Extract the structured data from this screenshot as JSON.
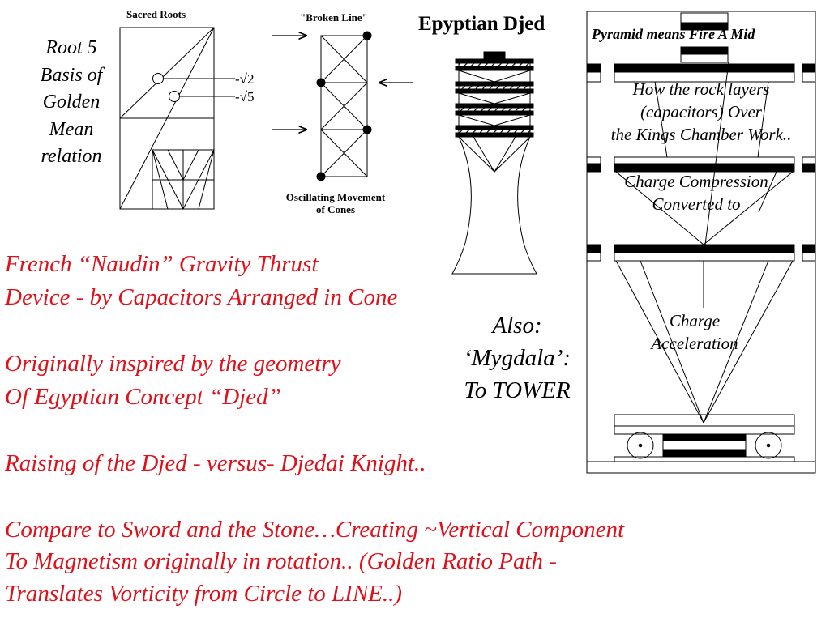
{
  "sacred_roots": {
    "title": "Sacred Roots",
    "root_label": [
      "Root 5",
      "Basis of",
      "Golden",
      "Mean",
      "relation"
    ],
    "sqrt2_label": "-√2",
    "sqrt5_label": "-√5"
  },
  "broken_line": {
    "title": "\"Broken Line\"",
    "caption": [
      "Oscillating Movement",
      "of Cones"
    ]
  },
  "djed": {
    "title": "Epyptian Djed"
  },
  "pyramid": {
    "title": "Pyramid means Fire A Mid",
    "layers_text": [
      "How the rock layers",
      "(capacitors) Over",
      "the Kings Chamber Work.."
    ],
    "compression_text": [
      "Charge Compression",
      "Converted to"
    ],
    "acceleration_text": [
      "Charge",
      "Acceleration"
    ]
  },
  "also": {
    "lines": [
      "Also:",
      "‘Mygdala’:",
      "To TOWER"
    ]
  },
  "body_text": {
    "naudin_1": "French “Naudin” Gravity Thrust",
    "naudin_2": "Device - by Capacitors Arranged in Cone",
    "inspired_1": "Originally inspired by the geometry",
    "inspired_2": "Of Egyptian Concept “Djed”",
    "raising": "Raising of the Djed - versus- Djedai  Knight..",
    "compare_1": "Compare to Sword and the Stone…Creating ~Vertical Component",
    "compare_2": "To Magnetism originally in rotation.. (Golden Ratio Path -",
    "compare_3": "Translates Vorticity from Circle to LINE..)"
  },
  "colors": {
    "text_red": "#e0101a",
    "line_black": "#000000"
  }
}
